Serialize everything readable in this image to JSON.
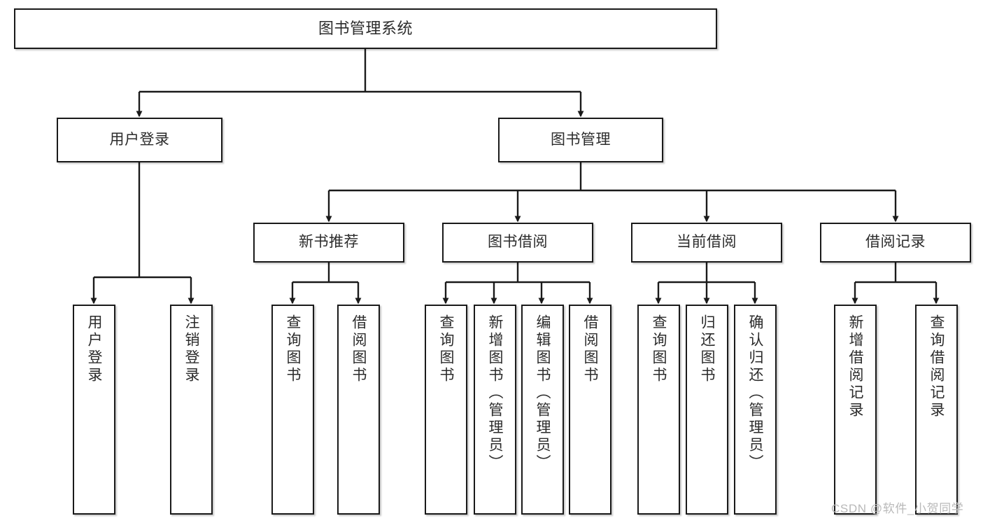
{
  "diagram": {
    "title": "图书管理系统",
    "type": "tree-hierarchy",
    "orientation": "top-down",
    "colors": {
      "box_border": "#1a1a1a",
      "box_fill": "#ffffff",
      "edge": "#1a1a1a",
      "text": "#2b2b2b",
      "watermark": "#b9b9b9",
      "background": "#ffffff"
    },
    "nodes": {
      "root": {
        "label": "图书管理系统"
      },
      "level2": [
        {
          "label": "用户登录"
        },
        {
          "label": "图书管理"
        }
      ],
      "level3": [
        {
          "label": "新书推荐"
        },
        {
          "label": "图书借阅"
        },
        {
          "label": "当前借阅"
        },
        {
          "label": "借阅记录"
        }
      ],
      "leaves": {
        "user_login": [
          {
            "label": "用户登录"
          },
          {
            "label": "注销登录"
          }
        ],
        "new_book_recommend": [
          {
            "label": "查询图书"
          },
          {
            "label": "借阅图书"
          }
        ],
        "book_borrow": [
          {
            "label": "查询图书"
          },
          {
            "label": "新增图书（管理员）"
          },
          {
            "label": "编辑图书（管理员）"
          },
          {
            "label": "借阅图书"
          }
        ],
        "current_borrow": [
          {
            "label": "查询图书"
          },
          {
            "label": "归还图书"
          },
          {
            "label": "确认归还（管理员）"
          }
        ],
        "borrow_record": [
          {
            "label": "新增借阅记录"
          },
          {
            "label": "查询借阅记录"
          }
        ]
      }
    },
    "watermark": "CSDN @软件_小贺同学"
  }
}
